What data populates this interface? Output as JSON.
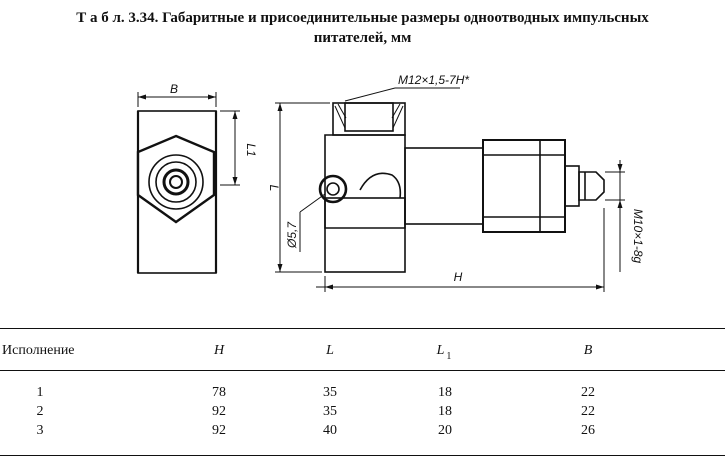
{
  "title": {
    "line1": "Т а б л. 3.34. Габаритные и присоединительные размеры одноотводных импульсных",
    "line2": "питателей, мм"
  },
  "drawing": {
    "dim_B": "B",
    "dim_L1": "L1",
    "dim_L": "L",
    "dim_H": "H",
    "dim_thread": "M12×1,5-7H*",
    "dim_hole": "Ø5,7",
    "dim_fit": "M10×1-8g"
  },
  "table": {
    "columns": [
      "Исполнение",
      "H",
      "L",
      "L",
      "B"
    ],
    "l1_subscript": "1",
    "rows": [
      [
        "1",
        "78",
        "35",
        "18",
        "22"
      ],
      [
        "2",
        "92",
        "35",
        "18",
        "22"
      ],
      [
        "3",
        "92",
        "40",
        "20",
        "26"
      ]
    ]
  }
}
